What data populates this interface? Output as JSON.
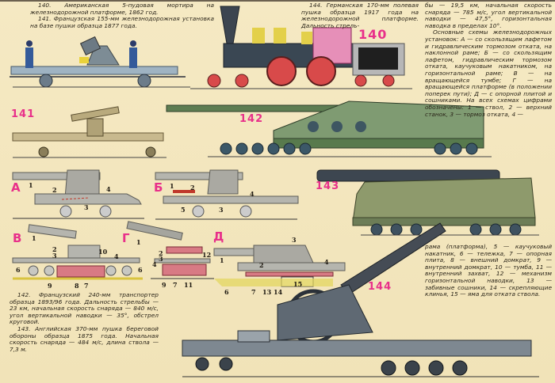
{
  "captions": {
    "fig140_141": {
      "p1": "140. Американская 5-пудовая мортира на железнодорожной платформе, 1862 год.",
      "p2": "141. Французская 155-мм железнодорожная установка на базе пушки образца 1877 года."
    },
    "fig144_start": "144. Германская 170-мм полевая пушка образца 1917 года на железнодорожной платформе. Дальность стрель-",
    "right_top": {
      "p1": "бы — 19,5 км, начальная скорость снаряда — 785 м/с, угол вертикальной наводки — 47,5°, горизонтальная наводка в пределах 10°.",
      "p2": "Основные схемы железнодорожных установок: А — со скользящим лафетом и гидравлическим тормозом отката, на наклонной раме; Б — со скользящим лафетом, гидравлическим тормозом отката, каучуковым накатником, на горизонтальной раме; В — на вращающейся тумбе; Г — на вращающейся платформе (в положении поперек пути); Д — с опорной плитой и сошниками. На всех схемах цифрами обозначены: 1 — ствол, 2 — верхний станок, 3 — тормоз отката, 4 —"
    },
    "right_bottom": "рама (платформа), 5 — каучуковый накатник, 6 — тележка, 7 — опорная плита, 8 — внешний домкрат, 9 — внутренний домкрат, 10 — тумба, 11 — внутренний захват, 12 — механизм горизонтальной наводки, 13 — забивные сошники, 14 — скрепляющие клинья, 15 — яма для отката ствола.",
    "fig142_143": {
      "p1": "142. Французский 240-мм транспортер образца 1893/96 года. Дальность стрельбы — 23 км, начальная скорость снаряда — 840 м/с, угол вертикальной наводки — 35°, обстрел круговой.",
      "p2": "143. Английская 370-мм пушка береговой обороны образца 1875 года. Начальная скорость снаряда — 484 м/с, длина ствола — 7,3 м."
    }
  },
  "figure_numbers": {
    "f140": "140",
    "f141": "141",
    "f142": "142",
    "f143": "143",
    "f144": "144"
  },
  "scheme_letters": {
    "a": "А",
    "b": "Б",
    "v": "В",
    "g": "Г",
    "d": "Д"
  },
  "callouts": {
    "a": [
      "1",
      "2",
      "3",
      "4"
    ],
    "b": [
      "1",
      "2",
      "5",
      "3",
      "4"
    ],
    "v": [
      "1",
      "2",
      "3",
      "10",
      "4",
      "6",
      "6",
      "9",
      "8",
      "7"
    ],
    "g": [
      "1",
      "2",
      "3",
      "12",
      "4",
      "9",
      "7",
      "11"
    ],
    "d": [
      "3",
      "1",
      "2",
      "4",
      "6",
      "7",
      "13",
      "14",
      "15"
    ]
  },
  "colors": {
    "accent_pink": "#e8308a",
    "paper": "#f3e7bf",
    "steel": "#8d9a9e",
    "camo_green": "#6f8f5e"
  }
}
